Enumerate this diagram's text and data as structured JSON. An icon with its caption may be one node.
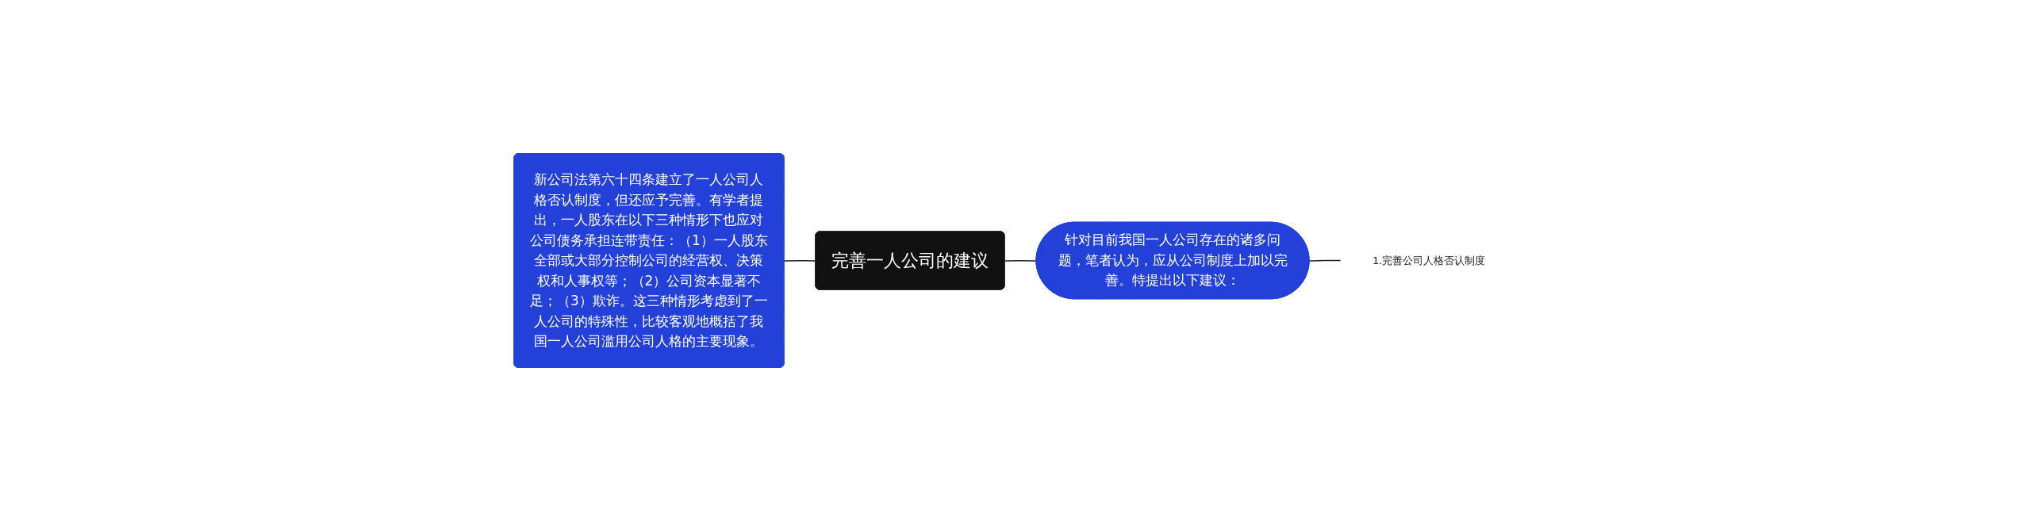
{
  "diagram": {
    "nodes": [
      {
        "text": [
          "完善一人公司的建议"
        ]
      },
      {
        "text": [
          "新公司法第六十四条建立了一人公司人格否认制度，但还应予完善。有学者提出，一人股东在以下三种情形下也应对公司债务承担连带责任：（1）一人股东全部或大部分控制公司的经营权、决策权和人事权等；（2）公司资本显著不足；（3）欺诈。这三种情形考虑到了一人公司的特殊性，比较客观地概括了我国一人公司滥用公司人格的主要现象。"
        ]
      },
      {
        "text": [
          "针对目前我国一人公司存在的诸多问题，笔者认为，应从公司制度上加以完善。特提出以下建议："
        ]
      },
      {
        "text": [
          "1.完善公司人格否认制度"
        ]
      }
    ],
    "edges": [
      {
        "from": 1,
        "to": 0,
        "arrow": "none"
      },
      {
        "from": 0,
        "to": 2,
        "arrow": "none"
      },
      {
        "from": 2,
        "to": 3,
        "arrow": "none"
      }
    ]
  }
}
